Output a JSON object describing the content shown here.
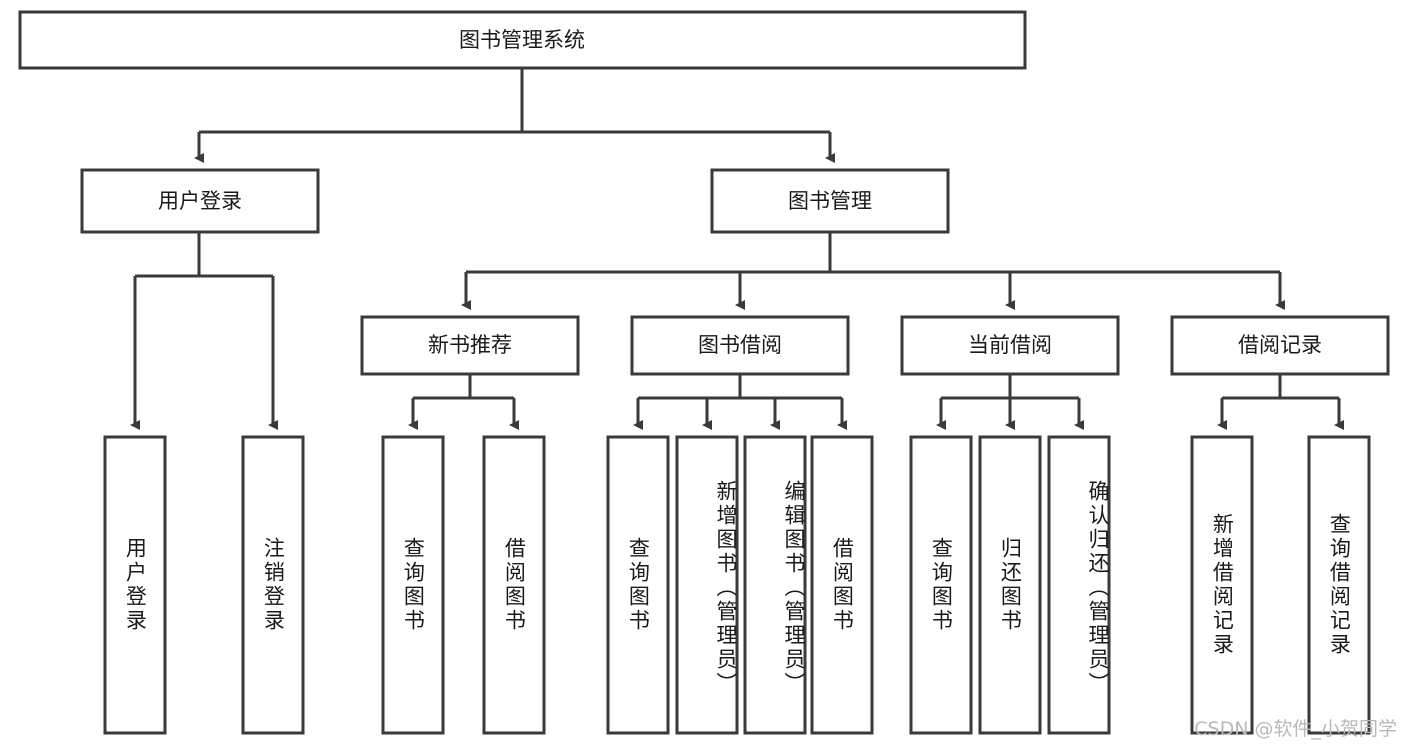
{
  "diagram": {
    "type": "tree",
    "title": "图书管理系统",
    "root": {
      "id": "root",
      "label": "图书管理系统",
      "orientation": "horizontal"
    },
    "level2": [
      {
        "id": "user-login",
        "label": "用户登录",
        "orientation": "horizontal"
      },
      {
        "id": "book-manage",
        "label": "图书管理",
        "orientation": "horizontal"
      }
    ],
    "level3": [
      {
        "id": "new-book-recommend",
        "label": "新书推荐",
        "orientation": "horizontal",
        "parent": "book-manage"
      },
      {
        "id": "book-borrow",
        "label": "图书借阅",
        "orientation": "horizontal",
        "parent": "book-manage"
      },
      {
        "id": "current-borrow",
        "label": "当前借阅",
        "orientation": "horizontal",
        "parent": "book-manage"
      },
      {
        "id": "borrow-record",
        "label": "借阅记录",
        "orientation": "horizontal",
        "parent": "book-manage"
      }
    ],
    "leaves": [
      {
        "id": "leaf-user-login",
        "label": "用户登录",
        "parent": "user-login",
        "orientation": "vertical"
      },
      {
        "id": "leaf-user-logout",
        "label": "注销登录",
        "parent": "user-login",
        "orientation": "vertical"
      },
      {
        "id": "leaf-query-book-1",
        "label": "查询图书",
        "parent": "new-book-recommend",
        "orientation": "vertical"
      },
      {
        "id": "leaf-borrow-book-1",
        "label": "借阅图书",
        "parent": "new-book-recommend",
        "orientation": "vertical"
      },
      {
        "id": "leaf-query-book-2",
        "label": "查询图书",
        "parent": "book-borrow",
        "orientation": "vertical"
      },
      {
        "id": "leaf-add-book",
        "label": "新增图书（管理员）",
        "parent": "book-borrow",
        "orientation": "vertical"
      },
      {
        "id": "leaf-edit-book",
        "label": "编辑图书（管理员）",
        "parent": "book-borrow",
        "orientation": "vertical"
      },
      {
        "id": "leaf-borrow-book-2",
        "label": "借阅图书",
        "parent": "book-borrow",
        "orientation": "vertical"
      },
      {
        "id": "leaf-query-book-3",
        "label": "查询图书",
        "parent": "current-borrow",
        "orientation": "vertical"
      },
      {
        "id": "leaf-return-book",
        "label": "归还图书",
        "parent": "current-borrow",
        "orientation": "vertical"
      },
      {
        "id": "leaf-confirm-return",
        "label": "确认归还（管理员）",
        "parent": "current-borrow",
        "orientation": "vertical"
      },
      {
        "id": "leaf-add-record",
        "label": "新增借阅记录",
        "parent": "borrow-record",
        "orientation": "vertical"
      },
      {
        "id": "leaf-query-record",
        "label": "查询借阅记录",
        "parent": "borrow-record",
        "orientation": "vertical"
      }
    ],
    "colors": {
      "stroke": "#3a3a3a",
      "fill": "#ffffff",
      "text": "#1a1a1a",
      "watermark": "#b9b9b9",
      "background": "#ffffff"
    }
  },
  "watermark": {
    "text": "CSDN @软件_小贺同学"
  }
}
